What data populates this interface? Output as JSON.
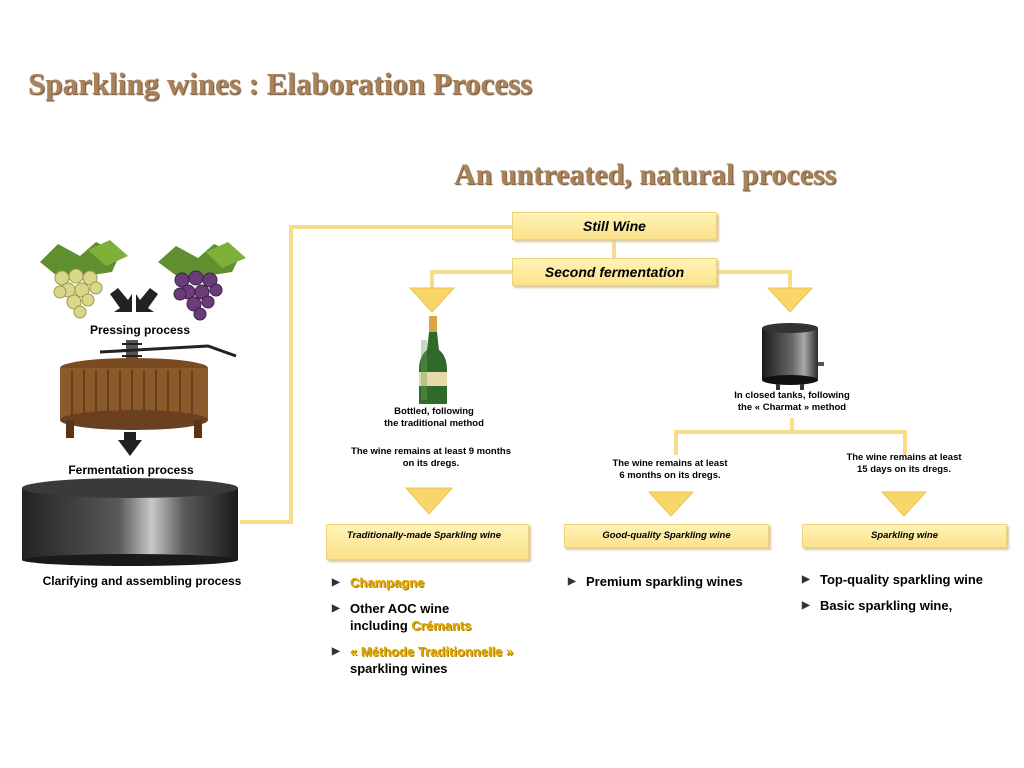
{
  "title": "Sparkling wines : Elaboration Process",
  "subtitle": "An untreated, natural process",
  "left_column": {
    "pressing_label": "Pressing process",
    "fermentation_label": "Fermentation process",
    "clarifying_label": "Clarifying and assembling process"
  },
  "flow": {
    "still_wine": "Still Wine",
    "second_fermentation": "Second fermentation",
    "bottled_note_line1": "Bottled, following",
    "bottled_note_line2": "the traditional method",
    "tanks_note_line1": "In closed tanks, following",
    "tanks_note_line2": "the « Charmat »  method",
    "trad_dregs_line1": "The wine remains at least 9 months",
    "trad_dregs_line2": "on its dregs.",
    "good_dregs_line1": "The wine remains at least",
    "good_dregs_line2": "6 months on its dregs.",
    "basic_dregs_line1": "The wine remains at least",
    "basic_dregs_line2": "15 days on its dregs."
  },
  "categories": {
    "traditional": "Traditionally-made  Sparkling wine",
    "good_quality": "Good-quality Sparkling wine",
    "sparkling": "Sparkling wine"
  },
  "lists": {
    "traditional": {
      "item1": "Champagne",
      "item2_plain": "Other AOC wine",
      "item2_plain2": "including ",
      "item2_gold": "Crémants",
      "item3_gold": "« Méthode Traditionnelle »",
      "item3_plain": "sparkling wines"
    },
    "good_quality": {
      "item1": "Premium sparkling wines"
    },
    "sparkling": {
      "item1": "Top-quality sparkling wine",
      "item2": "Basic sparkling wine,"
    }
  },
  "colors": {
    "title": "#a9825a",
    "connector": "#f7dc8a",
    "arrow": "#f9d66a",
    "highlight": "#e0a800"
  }
}
